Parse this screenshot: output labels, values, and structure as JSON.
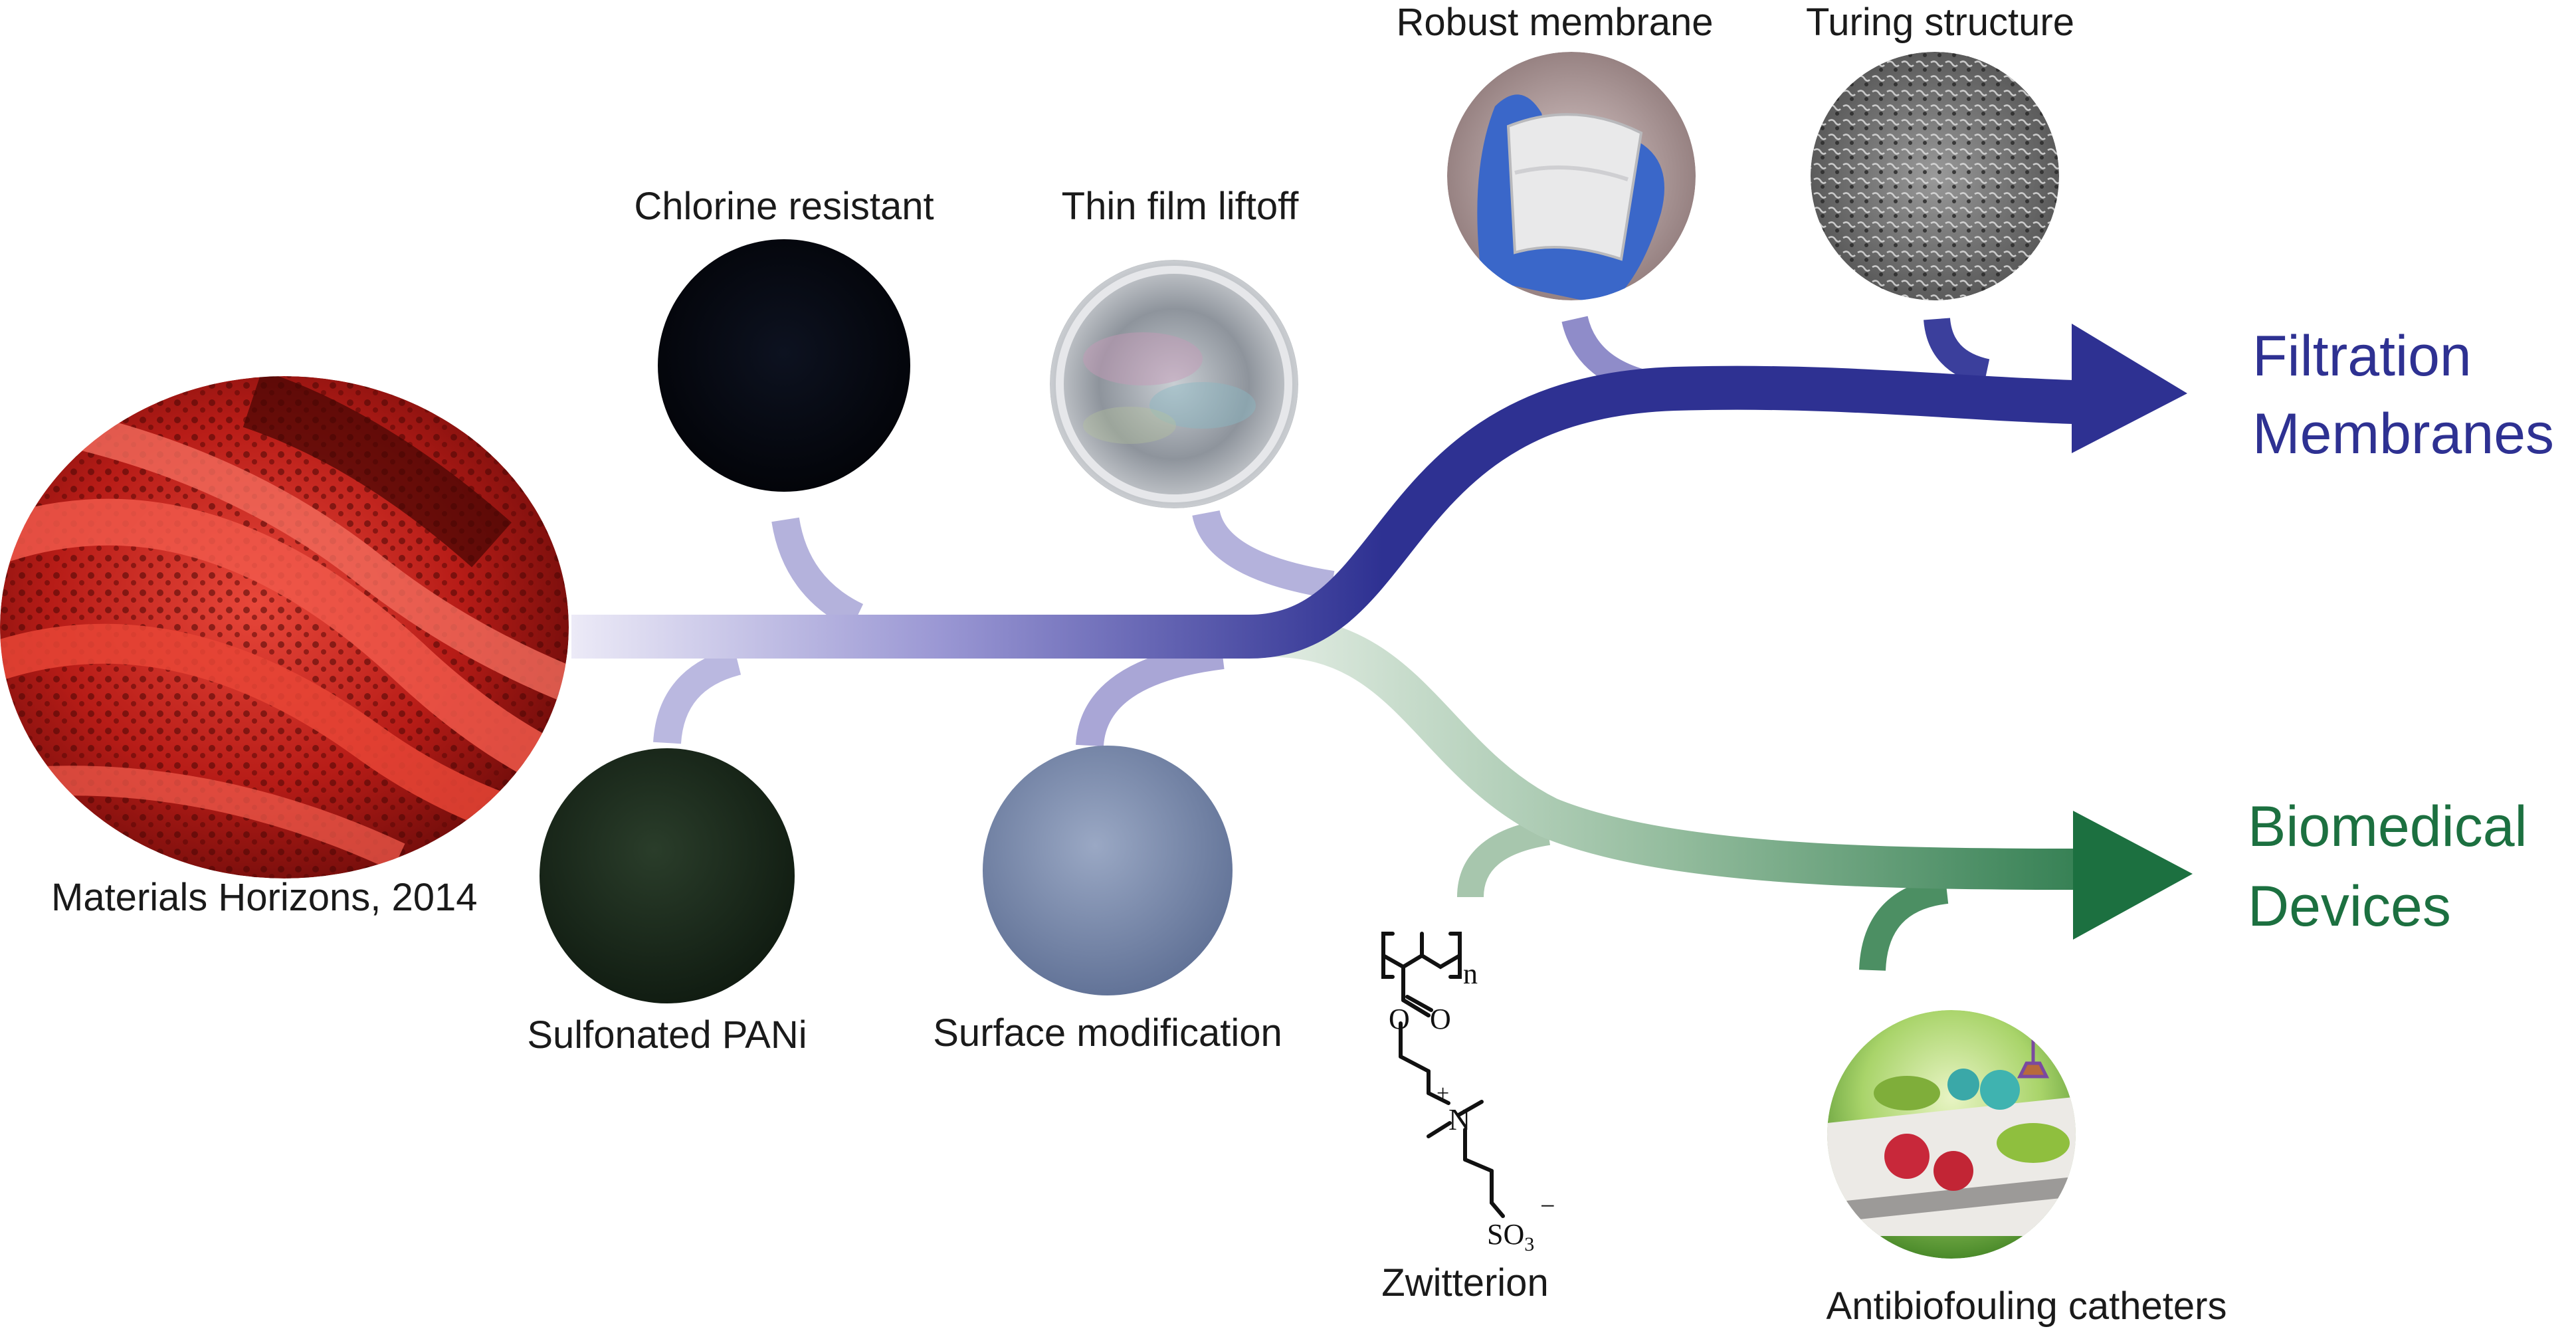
{
  "colors": {
    "filtration": "#2e3192",
    "biomedical": "#1c7040",
    "branch_purple": "#b4b2dc",
    "branch_green": "#8fb79a",
    "pani_red": "#c8221d"
  },
  "nodes": {
    "origin": {
      "caption": "Materials Horizons, 2014",
      "icon": "pani-fiber-sem-micrograph"
    },
    "chlorine": {
      "caption": "Chlorine resistant",
      "icon": "dark-membrane-disc"
    },
    "sulfonated": {
      "caption": "Sulfonated PANi",
      "icon": "dark-green-membrane-disc"
    },
    "liftoff": {
      "caption": "Thin film liftoff",
      "icon": "iridescent-film-disc"
    },
    "surface": {
      "caption": "Surface modification",
      "icon": "blue-grey-membrane-disc"
    },
    "robust": {
      "caption": "Robust membrane",
      "icon": "gloved-hand-holding-membrane"
    },
    "turing": {
      "caption": "Turing structure",
      "icon": "sem-turing-texture"
    },
    "zwitterion": {
      "caption": "Zwitterion",
      "icon": "zwitterion-structure"
    },
    "catheter": {
      "caption": "Antibiofouling catheters",
      "icon": "bacteria-on-surface-illustration"
    }
  },
  "outputs": {
    "filtration": [
      "Filtration",
      "Membranes"
    ],
    "biomedical": [
      "Biomedical",
      "Devices"
    ]
  },
  "chem": {
    "n": "n",
    "o1": "O",
    "o2": "O",
    "plus": "+",
    "n_atom": "N",
    "so3": "SO",
    "sub3": "3",
    "minus": "−"
  }
}
